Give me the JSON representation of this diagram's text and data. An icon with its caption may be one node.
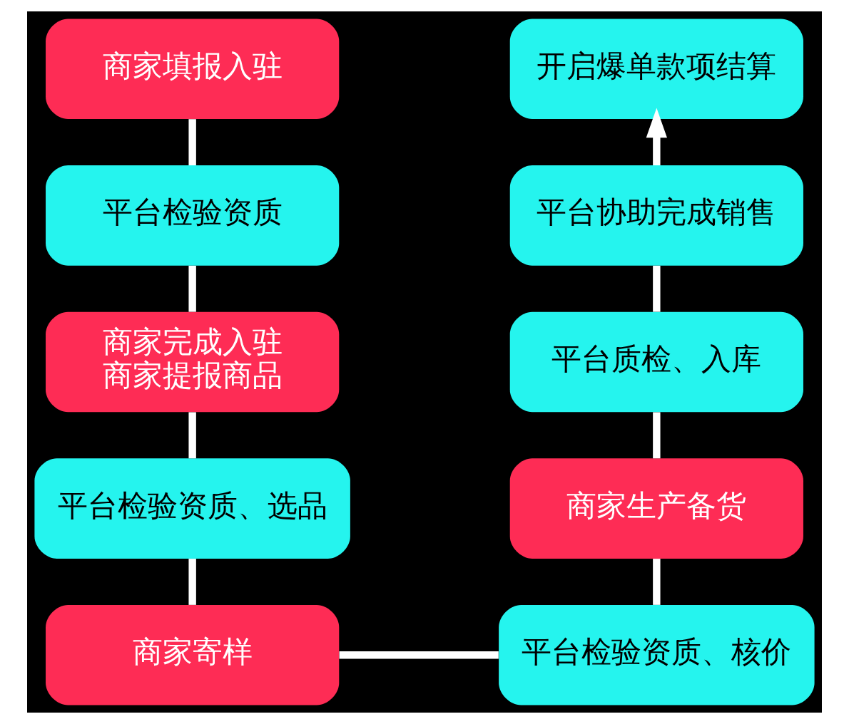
{
  "diagram": {
    "nodes": [
      {
        "text": [
          "商家填报入驻"
        ]
      },
      {
        "text": [
          "平台检验资质"
        ]
      },
      {
        "text": [
          "商家完成入驻",
          "商家提报商品"
        ]
      },
      {
        "text": [
          "平台检验资质、选品"
        ]
      },
      {
        "text": [
          "商家寄样"
        ]
      },
      {
        "text": [
          "平台检验资质、核价"
        ]
      },
      {
        "text": [
          "商家生产备货"
        ]
      },
      {
        "text": [
          "平台质检、入库"
        ]
      },
      {
        "text": [
          "平台协助完成销售"
        ]
      },
      {
        "text": [
          "开启爆单款项结算"
        ]
      }
    ],
    "edges": [
      {
        "from": 0,
        "to": 1,
        "arrow": "none"
      },
      {
        "from": 1,
        "to": 2,
        "arrow": "none"
      },
      {
        "from": 2,
        "to": 3,
        "arrow": "none"
      },
      {
        "from": 3,
        "to": 4,
        "arrow": "none"
      },
      {
        "from": 4,
        "to": 5,
        "arrow": "none"
      },
      {
        "from": 5,
        "to": 6,
        "arrow": "none"
      },
      {
        "from": 6,
        "to": 7,
        "arrow": "none"
      },
      {
        "from": 7,
        "to": 8,
        "arrow": "none"
      },
      {
        "from": 8,
        "to": 9,
        "arrow": "to"
      }
    ]
  }
}
